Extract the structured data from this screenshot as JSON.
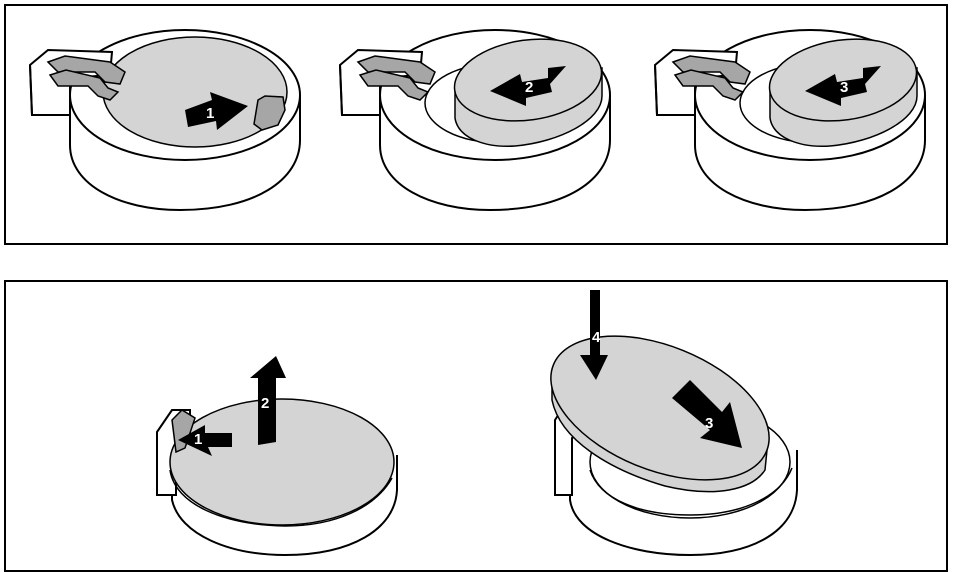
{
  "top_panel": {
    "steps": [
      {
        "label": "1"
      },
      {
        "label": "2"
      },
      {
        "label": "3"
      }
    ]
  },
  "bottom_panel": {
    "left_steps": [
      {
        "label": "1"
      },
      {
        "label": "2"
      }
    ],
    "right_steps": [
      {
        "label": "4"
      },
      {
        "label": "3"
      }
    ]
  },
  "colors": {
    "battery_fill": "#d4d4d4",
    "clip_fill": "#a6a6a6",
    "arrow_fill": "#000000",
    "outline": "#000000"
  }
}
